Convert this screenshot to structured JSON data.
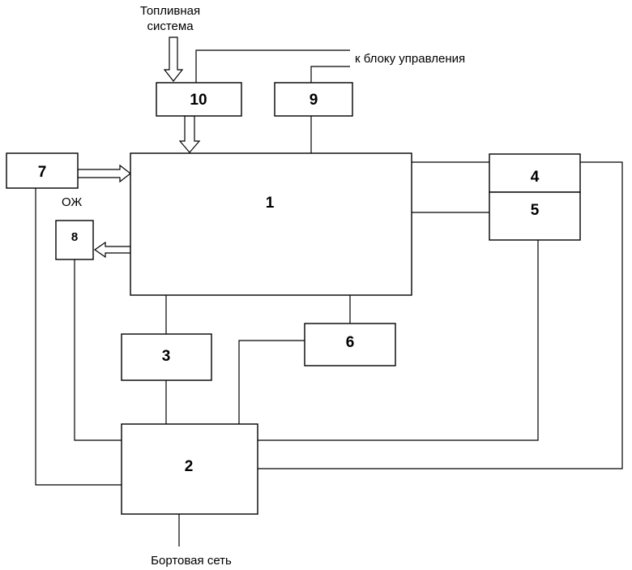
{
  "blocks": {
    "b1": "1",
    "b2": "2",
    "b3": "3",
    "b4": "4",
    "b5": "5",
    "b6": "6",
    "b7": "7",
    "b8": "8",
    "b9": "9",
    "b10": "10"
  },
  "labels": {
    "fuel_line1": "Топливная",
    "fuel_line2": "система",
    "control_unit": "к блоку управления",
    "coolant": "ОЖ",
    "onboard_network": "Бортовая сеть"
  }
}
